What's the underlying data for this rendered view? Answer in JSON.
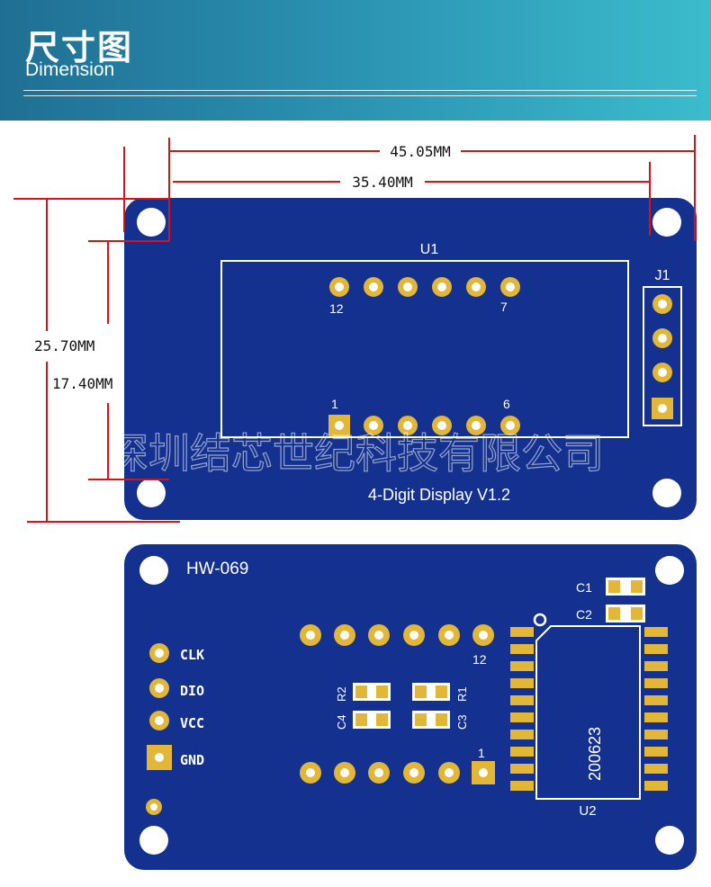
{
  "header": {
    "title_cn": "尺寸图",
    "title_en": "Dimension"
  },
  "dimensions": {
    "overall_width": "45.05MM",
    "hole_spacing_x": "35.40MM",
    "overall_height": "25.70MM",
    "hole_spacing_y": "17.40MM"
  },
  "front_board": {
    "u1_label": "U1",
    "j1_label": "J1",
    "pin_12": "12",
    "pin_7": "7",
    "pin_1": "1",
    "pin_6": "6",
    "board_text": "4-Digit Display  V1.2"
  },
  "watermark": "深圳结芯世纪科技有限公司",
  "back_board": {
    "model": "HW-069",
    "pins": [
      "CLK",
      "DIO",
      "VCC",
      "GND"
    ],
    "c1": "C1",
    "c2": "C2",
    "r1": "R1",
    "r2": "R2",
    "c3": "C3",
    "c4": "C4",
    "pin_12": "12",
    "pin_1": "1",
    "chip_code": "200623",
    "u2_label": "U2"
  },
  "colors": {
    "pcb": "#14318f",
    "pad": "#e2b636",
    "silk": "#ffffff",
    "dim_line": "#e01010",
    "header_start": "#1f6f93",
    "header_end": "#3bbccc"
  }
}
